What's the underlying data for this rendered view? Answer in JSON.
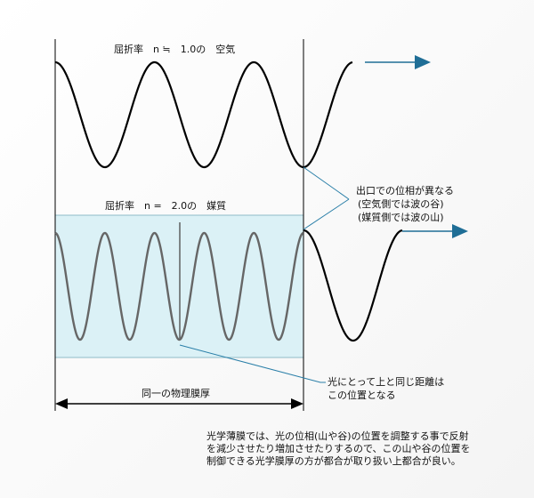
{
  "labels": {
    "air_medium": "屈折率　n ≒　1.0の　空気",
    "medium": "屈折率　n =　2.0の　媒質",
    "phase_note": [
      "出口での位相が異なる",
      "(空気側では波の谷)",
      "(媒質側では波の山)"
    ],
    "distance_note": [
      "光にとって上と同じ距離は",
      "この位置となる"
    ],
    "thickness": "同一の物理膜厚",
    "description": "光学薄膜では、光の位相(山や谷)の位置を調整する事で反射を減少させたり増加させたりするので、この山や谷の位置を制御できる光学膜厚の方が都合が取り扱い上都合が良い。"
  },
  "colors": {
    "arrow": "#1f6e96",
    "leader": "#2a7fa8",
    "film_fill": "#dbf1f6",
    "film_border": "#8fbcc8",
    "film_wave": "#666666",
    "wave": "#000000"
  },
  "waves": {
    "air_cycles_across_layer": 2.5,
    "film_cycles_across_layer": 5
  }
}
